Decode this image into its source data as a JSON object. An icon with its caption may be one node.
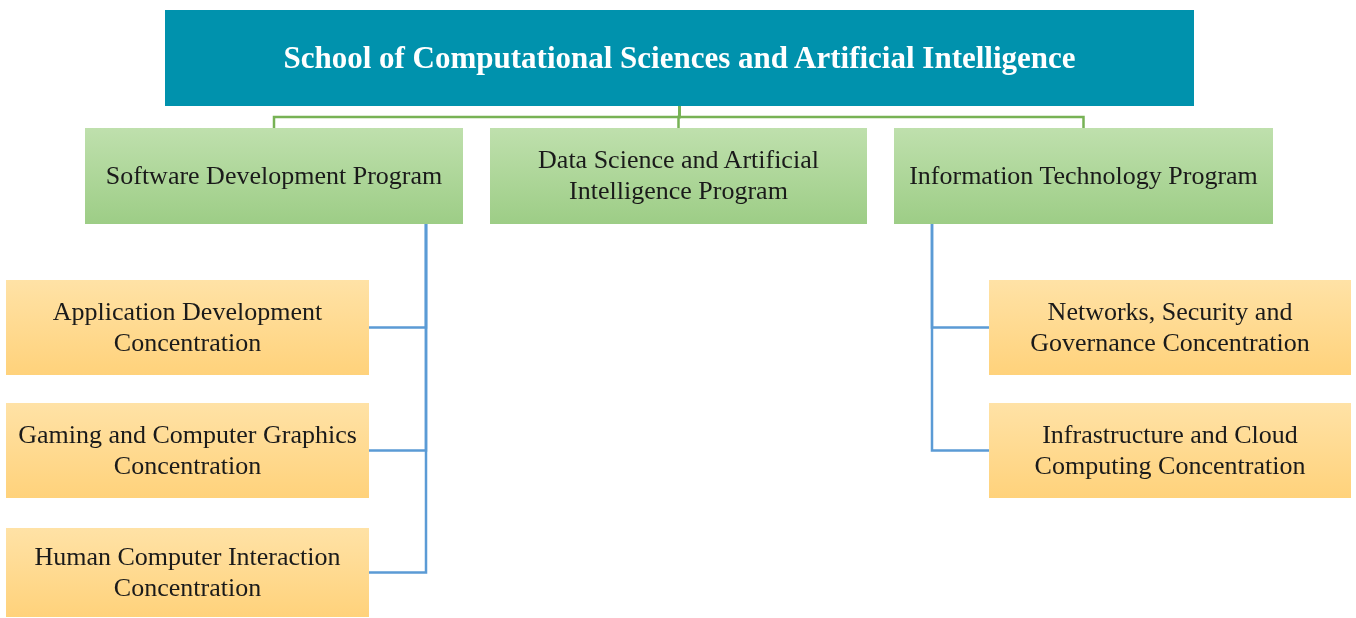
{
  "diagram": {
    "nodes": [
      {
        "text": [
          "School of Computational Sciences and Artificial Intelligence"
        ]
      },
      {
        "text": [
          "Software Development Program"
        ]
      },
      {
        "text": [
          "Data Science and Artificial Intelligence Program"
        ]
      },
      {
        "text": [
          "Information Technology Program"
        ]
      },
      {
        "text": [
          "Application Development Concentration"
        ]
      },
      {
        "text": [
          "Gaming and Computer Graphics Concentration"
        ]
      },
      {
        "text": [
          "Human Computer Interaction Concentration"
        ]
      },
      {
        "text": [
          "Networks, Security and Governance Concentration"
        ]
      },
      {
        "text": [
          "Infrastructure and Cloud Computing Concentration"
        ]
      }
    ],
    "edges": [
      {
        "from": 0,
        "to": 1,
        "arrow": "none",
        "color": "#77b255"
      },
      {
        "from": 0,
        "to": 2,
        "arrow": "none",
        "color": "#77b255"
      },
      {
        "from": 0,
        "to": 3,
        "arrow": "none",
        "color": "#77b255"
      },
      {
        "from": 1,
        "to": 4,
        "arrow": "none"
      },
      {
        "from": 1,
        "to": 5,
        "arrow": "none"
      },
      {
        "from": 1,
        "to": 6,
        "arrow": "none"
      },
      {
        "from": 3,
        "to": 7,
        "arrow": "none"
      },
      {
        "from": 3,
        "to": 8,
        "arrow": "none"
      }
    ]
  }
}
